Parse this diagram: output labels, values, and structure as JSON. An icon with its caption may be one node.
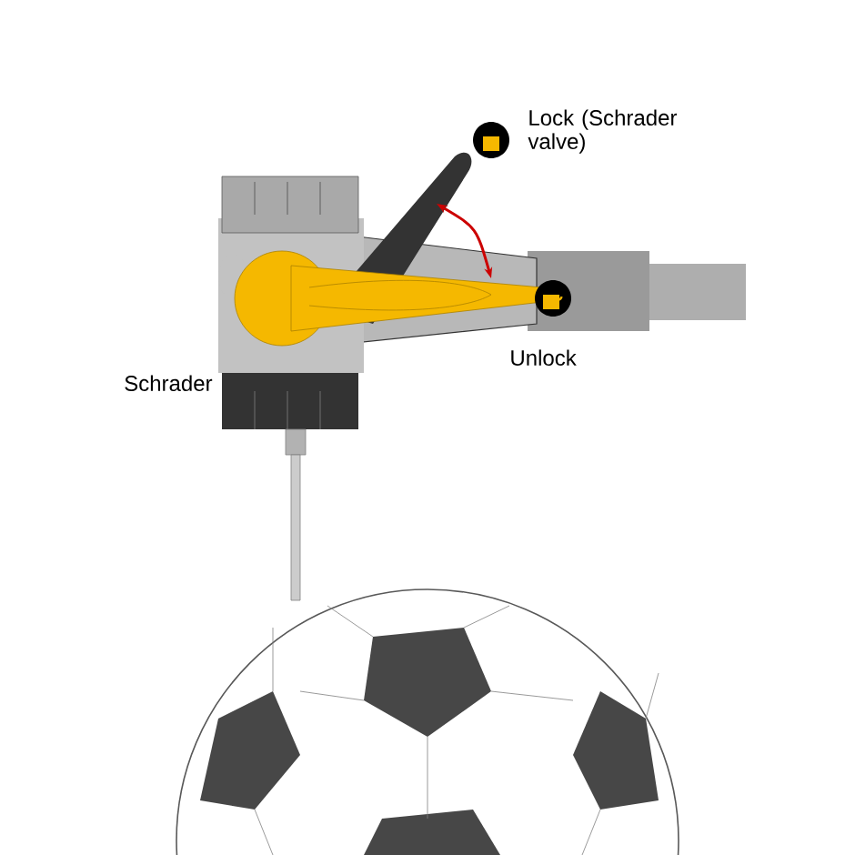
{
  "diagram": {
    "labels": [
      "Lock (Schrader valve)",
      "Unlock",
      "Schrader"
    ]
  }
}
